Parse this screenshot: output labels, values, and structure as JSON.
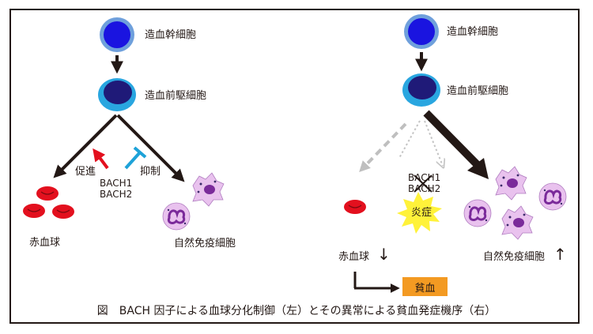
{
  "left_panel": {
    "hsc_label": "造血幹細胞",
    "progenitor_label": "造血前駆細胞",
    "promote_label": "促進",
    "suppress_label": "抑制",
    "bach_labels": [
      "BACH1",
      "BACH2"
    ],
    "rbc_label": "赤血球",
    "immune_label": "自然免疫細胞"
  },
  "right_panel": {
    "hsc_label": "造血幹細胞",
    "progenitor_label": "造血前駆細胞",
    "bach_labels": [
      "BACH1",
      "BACH2"
    ],
    "inflammation_label": "炎症",
    "rbc_label": "赤血球",
    "immune_label": "自然免疫細胞",
    "anemia_label": "貧血",
    "rbc_trend": "↓",
    "immune_trend": "↑"
  },
  "caption": "図　BACH 因子による血球分化制御（左）とその異常による貧血発症機序（右）",
  "colors": {
    "stem_cell_fill": "#1a14e0",
    "stem_cell_ring": "#6fa0dc",
    "progenitor_fill": "#1f1a78",
    "progenitor_ring": "#29a6e0",
    "rbc": "#e3101e",
    "immune_cell": "#e9c2ee",
    "immune_nucleus": "#7a2a9a",
    "promote_arrow": "#e3101e",
    "suppress_bar": "#1da2d8",
    "dashed_arrow": "#bfbfbf",
    "inflammation_burst": "#fff23a",
    "anemia_box": "#f39a22",
    "ink": "#231815"
  }
}
